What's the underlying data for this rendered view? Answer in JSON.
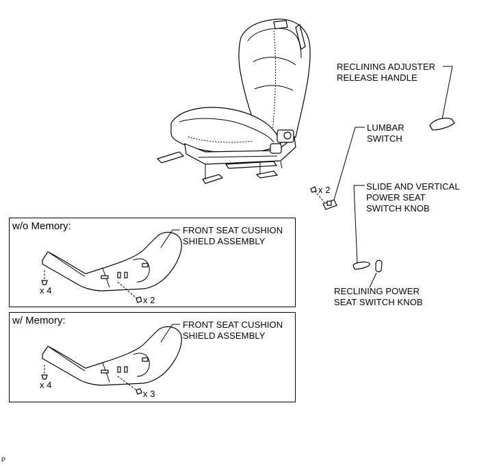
{
  "labels": {
    "recliner_handle": [
      "RECLINING ADJUSTER",
      "RELEASE HANDLE"
    ],
    "lumbar_switch": [
      "LUMBAR",
      "SWITCH"
    ],
    "slide_vertical_knob": [
      "SLIDE AND VERTICAL",
      "POWER SEAT",
      "SWITCH KNOB"
    ],
    "reclining_knob": [
      "RECLINING POWER",
      "SEAT SWITCH KNOB"
    ],
    "lumbar_screw_count": "x 2"
  },
  "panels": [
    {
      "title": "w/o Memory:",
      "part": [
        "FRONT SEAT CUSHION",
        "SHIELD ASSEMBLY"
      ],
      "clip_count": "x 4",
      "screw_count": "x 2"
    },
    {
      "title": "w/ Memory:",
      "part": [
        "FRONT SEAT CUSHION",
        "SHIELD ASSEMBLY"
      ],
      "clip_count": "x 4",
      "screw_count": "x 3"
    }
  ],
  "figure_code": "P"
}
